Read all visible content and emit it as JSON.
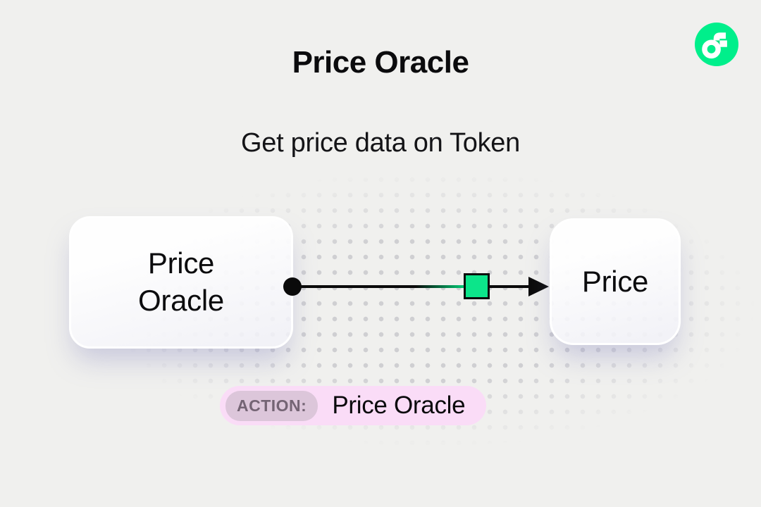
{
  "header": {
    "title": "Price Oracle",
    "subtitle": "Get price data on Token"
  },
  "logo": {
    "name": "flow-logo",
    "circle_color": "#00EF8B",
    "glyph_color": "#FFFFFF",
    "notch_color": "#0AE27E"
  },
  "diagram": {
    "source_node": {
      "lines": [
        "Price",
        "Oracle"
      ]
    },
    "target_node": {
      "label": "Price"
    },
    "connector": {
      "line_color": "#0A0A0A",
      "accent_color": "#00C973",
      "marker_color": "#0CE58A"
    }
  },
  "badge": {
    "tag_label": "ACTION:",
    "value": "Price Oracle",
    "bg_color": "#FADCF7",
    "tag_bg_color": "#DCC6DA",
    "tag_text_color": "#746474"
  },
  "colors": {
    "background": "#F0F0EE",
    "dot": "#CFCFD2",
    "text": "#0B0B0D"
  }
}
